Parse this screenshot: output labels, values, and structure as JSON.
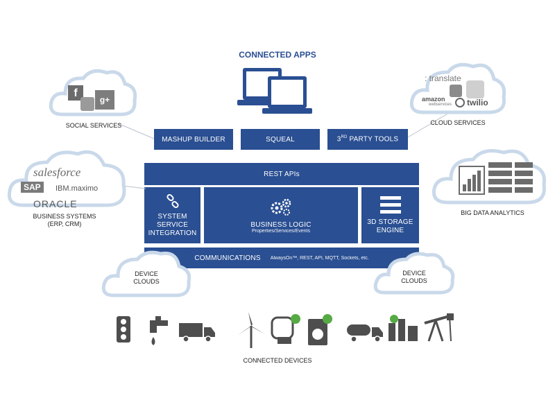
{
  "connected_apps_title": "CONNECTED APPS",
  "top_row": {
    "mashup": "MASHUP BUILDER",
    "squeal": "SQUEAL",
    "third_party_prefix": "3",
    "third_party_sup": "RD",
    "third_party_suffix": " PARTY TOOLS"
  },
  "rest_apis": "REST APIs",
  "middle": {
    "system_service": "SYSTEM SERVICE INTEGRATION",
    "business_logic": "BUSINESS LOGIC",
    "business_logic_sub": "Properties/Services/Events",
    "storage": "3D STORAGE ENGINE"
  },
  "communications": {
    "label": "COMMUNICATIONS",
    "sub": "AlwaysOn™, REST, API, MQTT, Sockets, etc."
  },
  "clouds": {
    "social": "SOCIAL SERVICES",
    "cloud_services": "CLOUD SERVICES",
    "business_systems": "BUSINESS SYSTEMS",
    "business_systems_sub": "(ERP, CRM)",
    "big_data": "BIG DATA ANALYTICS",
    "device_clouds_left": "DEVICE CLOUDS",
    "device_clouds_right": "DEVICE CLOUDS"
  },
  "logos": {
    "salesforce": "salesforce",
    "sap": "SAP",
    "ibm": "IBM.maximo",
    "oracle": "ORACLE",
    "translate": ": translate",
    "amazon": "amazon",
    "amazon_sub": "webservices",
    "twilio": "twilio",
    "facebook": "f",
    "gplus": "g+"
  },
  "connected_devices": "CONNECTED DEVICES",
  "colors": {
    "primary": "#2a4f92",
    "cloud_border": "#c9d9ea"
  }
}
